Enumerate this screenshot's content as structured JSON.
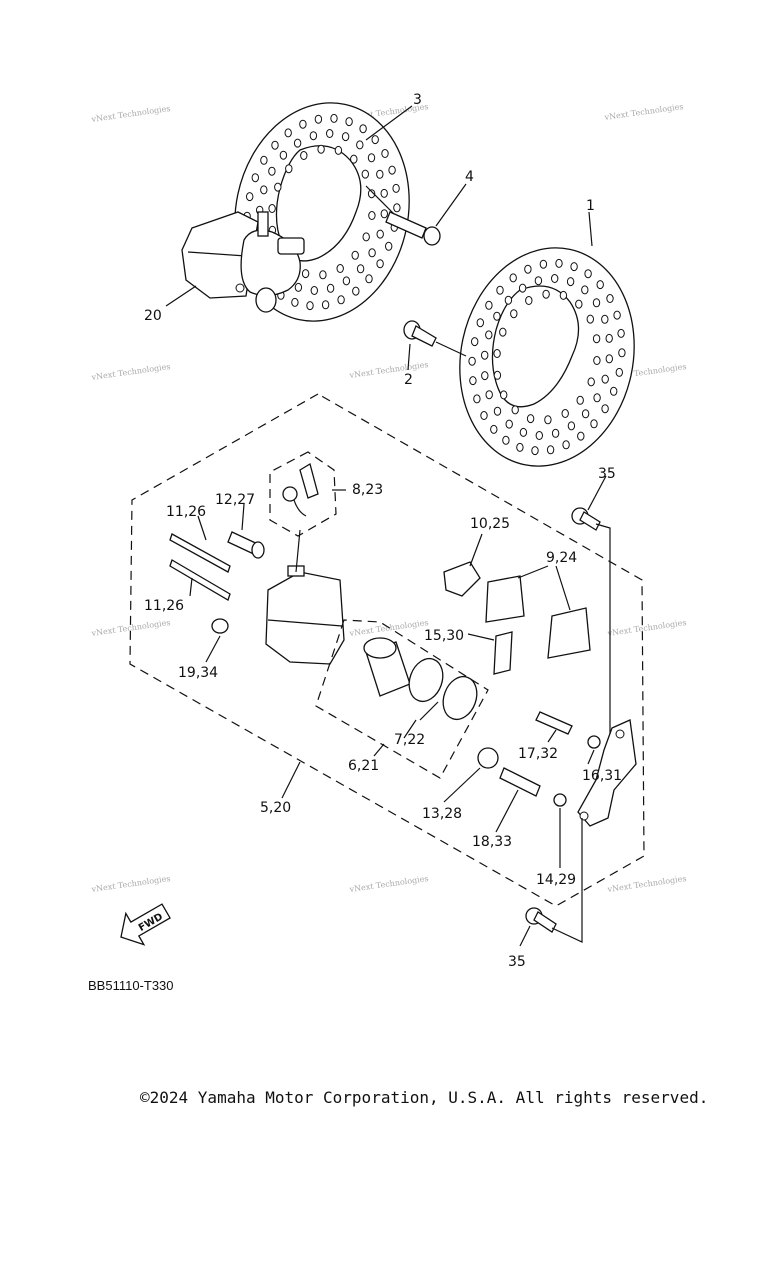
{
  "watermark": "vNext Technologies",
  "callouts": {
    "c1": "1",
    "c2": "2",
    "c3": "3",
    "c4": "4",
    "c20": "20",
    "c35a": "35",
    "c35b": "35",
    "c8_23": "8,23",
    "c12_27": "12,27",
    "c11_26a": "11,26",
    "c11_26b": "11,26",
    "c10_25": "10,25",
    "c9_24": "9,24",
    "c15_30": "15,30",
    "c19_34": "19,34",
    "c7_22": "7,22",
    "c6_21": "6,21",
    "c17_32": "17,32",
    "c16_31": "16,31",
    "c13_28": "13,28",
    "c18_33": "18,33",
    "c5_20": "5,20",
    "c14_29": "14,29"
  },
  "fwd_label": "FWD",
  "diagram_code": "BB51110-T330",
  "copyright": "©2024 Yamaha Motor Corporation, U.S.A. All rights reserved."
}
